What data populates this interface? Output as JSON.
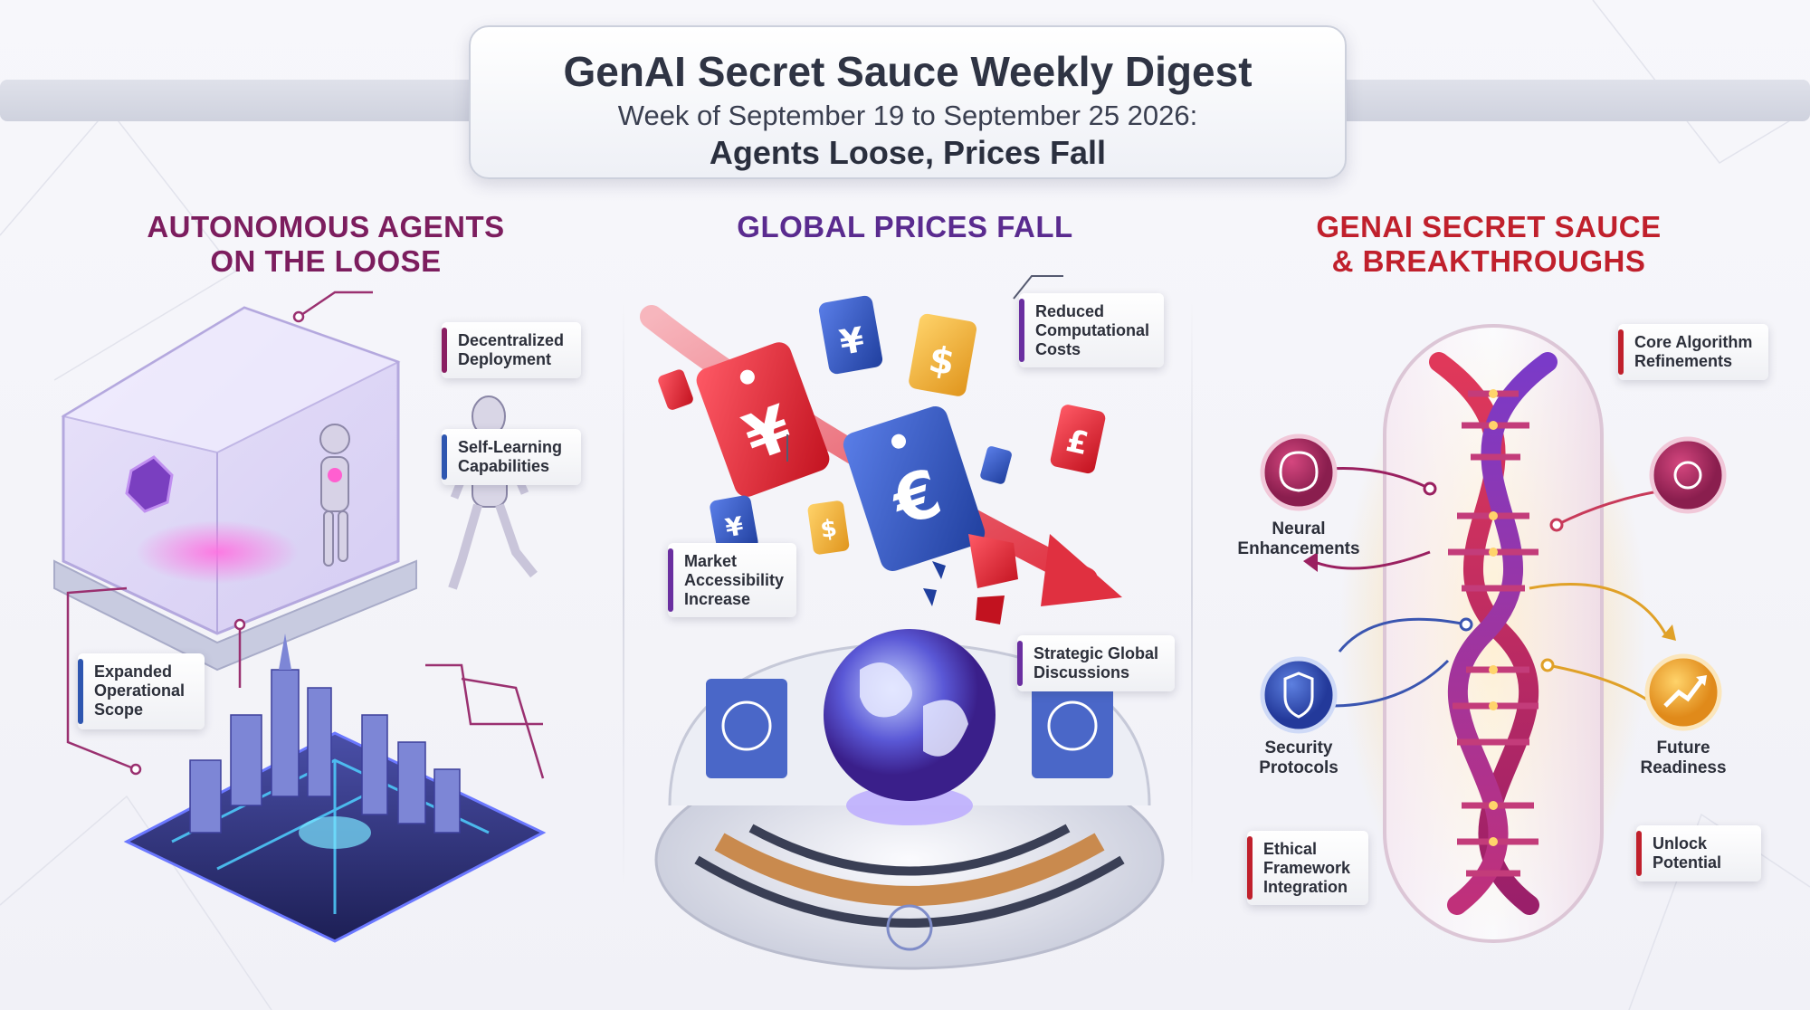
{
  "header": {
    "title": "GenAI Secret Sauce Weekly Digest",
    "subtitle": "Week of September 19 to September 25 2026:",
    "tagline": "Agents Loose, Prices Fall"
  },
  "sections": {
    "left": {
      "heading_line1": "AUTONOMOUS AGENTS",
      "heading_line2": "ON THE LOOSE",
      "callouts": {
        "decentralized": [
          "Decentralized",
          "Deployment"
        ],
        "self_learning": [
          "Self-Learning",
          "Capabilities"
        ],
        "expanded": [
          "Expanded",
          "Operational",
          "Scope"
        ]
      }
    },
    "middle": {
      "heading_line1": "GLOBAL PRICES FALL",
      "callouts": {
        "reduced": [
          "Reduced",
          "Computational",
          "Costs"
        ],
        "market": [
          "Market",
          "Accessibility",
          "Increase"
        ],
        "strategic": [
          "Strategic Global",
          "Discussions"
        ]
      },
      "currency_symbols": [
        "¥",
        "$",
        "€",
        "£"
      ]
    },
    "right": {
      "heading_line1": "GENAI SECRET SAUCE",
      "heading_line2": "& BREAKTHROUGHS",
      "callouts": {
        "core": [
          "Core Algorithm",
          "Refinements"
        ],
        "ethical": [
          "Ethical",
          "Framework",
          "Integration"
        ],
        "unlock": [
          "Unlock",
          "Potential"
        ]
      },
      "nodes": {
        "neural": [
          "Neural",
          "Enhancements"
        ],
        "security": [
          "Security",
          "Protocols"
        ],
        "future": [
          "Future",
          "Readiness"
        ]
      }
    }
  },
  "colors": {
    "magenta": "#8a1e62",
    "purple": "#6a2fa0",
    "red": "#c0202c",
    "blue": "#2e56b0",
    "gold": "#e3a127"
  }
}
